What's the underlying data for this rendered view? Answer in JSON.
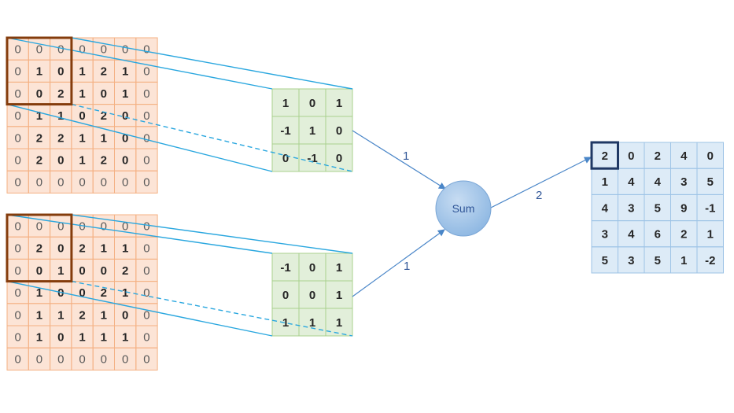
{
  "input_grids": [
    {
      "cells": [
        [
          "0",
          "0",
          "0",
          "0",
          "0",
          "0",
          "0"
        ],
        [
          "0",
          "1",
          "0",
          "1",
          "2",
          "1",
          "0"
        ],
        [
          "0",
          "0",
          "2",
          "1",
          "0",
          "1",
          "0"
        ],
        [
          "0",
          "1",
          "1",
          "0",
          "2",
          "0",
          "0"
        ],
        [
          "0",
          "2",
          "2",
          "1",
          "1",
          "0",
          "0"
        ],
        [
          "0",
          "2",
          "0",
          "1",
          "2",
          "0",
          "0"
        ],
        [
          "0",
          "0",
          "0",
          "0",
          "0",
          "0",
          "0"
        ]
      ]
    },
    {
      "cells": [
        [
          "0",
          "0",
          "0",
          "0",
          "0",
          "0",
          "0"
        ],
        [
          "0",
          "2",
          "0",
          "2",
          "1",
          "1",
          "0"
        ],
        [
          "0",
          "0",
          "1",
          "0",
          "0",
          "2",
          "0"
        ],
        [
          "0",
          "1",
          "0",
          "0",
          "2",
          "1",
          "0"
        ],
        [
          "0",
          "1",
          "1",
          "2",
          "1",
          "0",
          "0"
        ],
        [
          "0",
          "1",
          "0",
          "1",
          "1",
          "1",
          "0"
        ],
        [
          "0",
          "0",
          "0",
          "0",
          "0",
          "0",
          "0"
        ]
      ]
    }
  ],
  "kernels": [
    {
      "cells": [
        [
          "1",
          "0",
          "1"
        ],
        [
          "-1",
          "1",
          "0"
        ],
        [
          "0",
          "-1",
          "0"
        ]
      ]
    },
    {
      "cells": [
        [
          "-1",
          "0",
          "1"
        ],
        [
          "0",
          "0",
          "1"
        ],
        [
          "1",
          "1",
          "1"
        ]
      ]
    }
  ],
  "sum_node": {
    "label": "Sum"
  },
  "edge_labels": {
    "kernel1_to_sum": "1",
    "kernel2_to_sum": "1",
    "sum_to_output": "2"
  },
  "output_grid": {
    "cells": [
      [
        "2",
        "0",
        "2",
        "4",
        "0"
      ],
      [
        "1",
        "4",
        "4",
        "3",
        "5"
      ],
      [
        "4",
        "3",
        "5",
        "9",
        "-1"
      ],
      [
        "3",
        "4",
        "6",
        "2",
        "1"
      ],
      [
        "5",
        "3",
        "5",
        "1",
        "-2"
      ]
    ]
  },
  "colors": {
    "input_fill": "#fce4d6",
    "input_border": "#f4b183",
    "kernel_fill": "#e2efda",
    "kernel_border": "#a9d18e",
    "output_fill": "#ddebf7",
    "output_border": "#9dc3e6",
    "highlight_input": "#843c0c",
    "highlight_output": "#1f3864",
    "connector": "#2aa7df",
    "arrow": "#4a86c8",
    "node_fill": "#9dc3e6",
    "label_color": "#2f5597",
    "text": "#262626"
  }
}
